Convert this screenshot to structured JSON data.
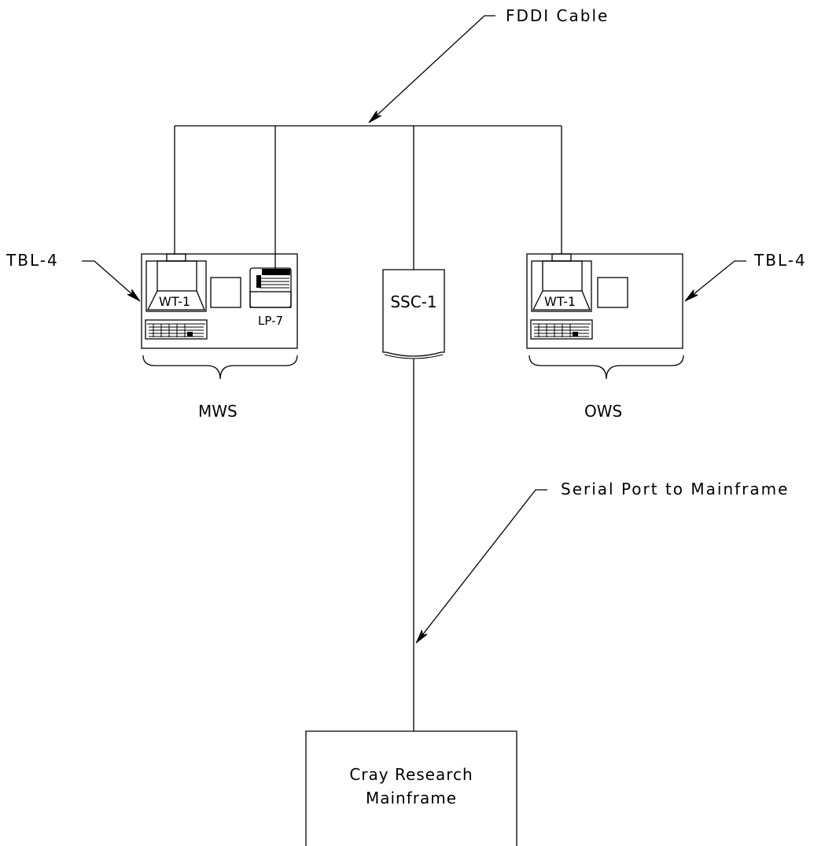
{
  "labels": {
    "fddi_cable": "FDDI Cable",
    "serial_port": "Serial Port to Mainframe",
    "table_left": "TBL-4",
    "table_right": "TBL-4",
    "terminal_left": "WT-1",
    "terminal_right": "WT-1",
    "printer": "LP-7",
    "controller": "SSC-1",
    "group_left": "MWS",
    "group_right": "OWS",
    "mainframe_line1": "Cray Research",
    "mainframe_line2": "Mainframe"
  }
}
